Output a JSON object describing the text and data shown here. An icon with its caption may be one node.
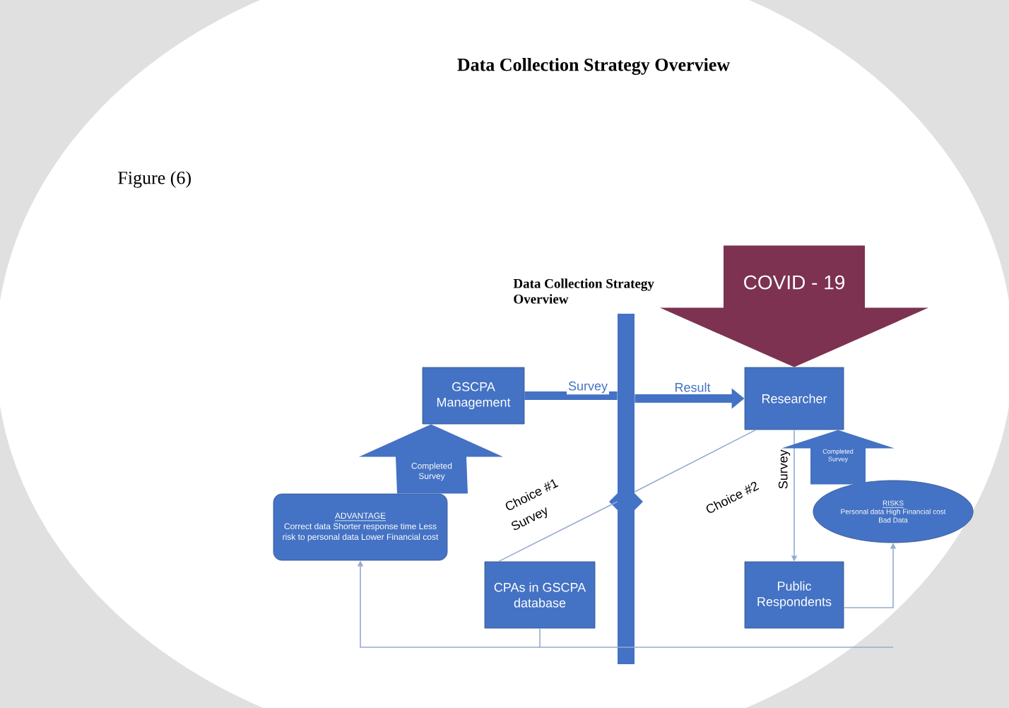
{
  "diagram": {
    "title": "Data Collection Strategy Overview",
    "nodes": [
      {
        "text": [
          "GSCPA Management"
        ]
      },
      {
        "text": [
          "Researcher"
        ]
      },
      {
        "text": [
          "ADVANTAGE",
          "Correct data Shorter response time Less risk to personal data Lower Financial cost"
        ]
      },
      {
        "text": [
          "CPAs in GSCPA database"
        ]
      },
      {
        "text": [
          "Public Respondents"
        ]
      },
      {
        "text": [
          "RISKS",
          "Personal data High Financial cost Bad Data"
        ]
      },
      {
        "text": [],
        "shape": "bar"
      }
    ],
    "edges": [
      {
        "from": 0,
        "to": 6,
        "arrow": "none",
        "label": "Survey",
        "style": "thick"
      },
      {
        "from": 6,
        "to": 1,
        "arrow": "to",
        "label": "Result",
        "style": "thick"
      },
      {
        "from": 1,
        "to": 6,
        "arrow": "none"
      },
      {
        "from": 6,
        "to": 3,
        "arrow": "none",
        "label": "Survey"
      },
      {
        "from": 1,
        "to": 4,
        "arrow": "to",
        "label": "Survey"
      },
      {
        "from": 4,
        "to": 5,
        "arrow": "to"
      },
      {
        "from": 3,
        "to": 2,
        "arrow": "to"
      },
      {
        "from": null,
        "to": 1,
        "arrow": "to",
        "label": "COVID - 19",
        "style": "thick",
        "color": "#7c3250"
      },
      {
        "from": 2,
        "to": 0,
        "arrow": "to",
        "label": "Completed Survey",
        "style": "thick"
      },
      {
        "from": 5,
        "to": 1,
        "arrow": "to",
        "label": "Completed Survey",
        "style": "thick"
      }
    ],
    "labels": [
      "Figure (6)",
      "Data Collection Strategy Overview",
      "Choice #1",
      "Choice #2"
    ]
  }
}
